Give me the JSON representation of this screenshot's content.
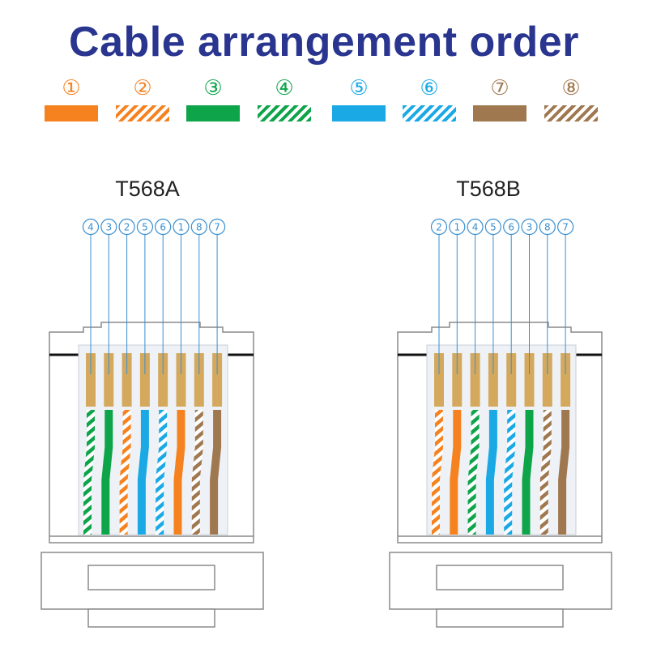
{
  "title": "Cable arrangement order",
  "colors": {
    "title": "#2a3590",
    "orange": "#f5821f",
    "green": "#0ea44a",
    "blue": "#1aa9e5",
    "brown": "#a07850",
    "callout": "#3a8fcf",
    "gold": "#d4a95e"
  },
  "legend": [
    {
      "num": "①",
      "color": "#f5821f",
      "striped": false
    },
    {
      "num": "②",
      "color": "#f5821f",
      "striped": true
    },
    {
      "num": "③",
      "color": "#0ea44a",
      "striped": false
    },
    {
      "num": "④",
      "color": "#0ea44a",
      "striped": true
    },
    {
      "num": "⑤",
      "color": "#1aa9e5",
      "striped": false
    },
    {
      "num": "⑥",
      "color": "#1aa9e5",
      "striped": true
    },
    {
      "num": "⑦",
      "color": "#a07850",
      "striped": false
    },
    {
      "num": "⑧",
      "color": "#a07850",
      "striped": true
    }
  ],
  "standards": [
    {
      "label": "T568A",
      "order": [
        "4",
        "3",
        "2",
        "5",
        "6",
        "1",
        "8",
        "7"
      ]
    },
    {
      "label": "T568B",
      "order": [
        "2",
        "1",
        "4",
        "5",
        "6",
        "3",
        "8",
        "7"
      ]
    }
  ]
}
